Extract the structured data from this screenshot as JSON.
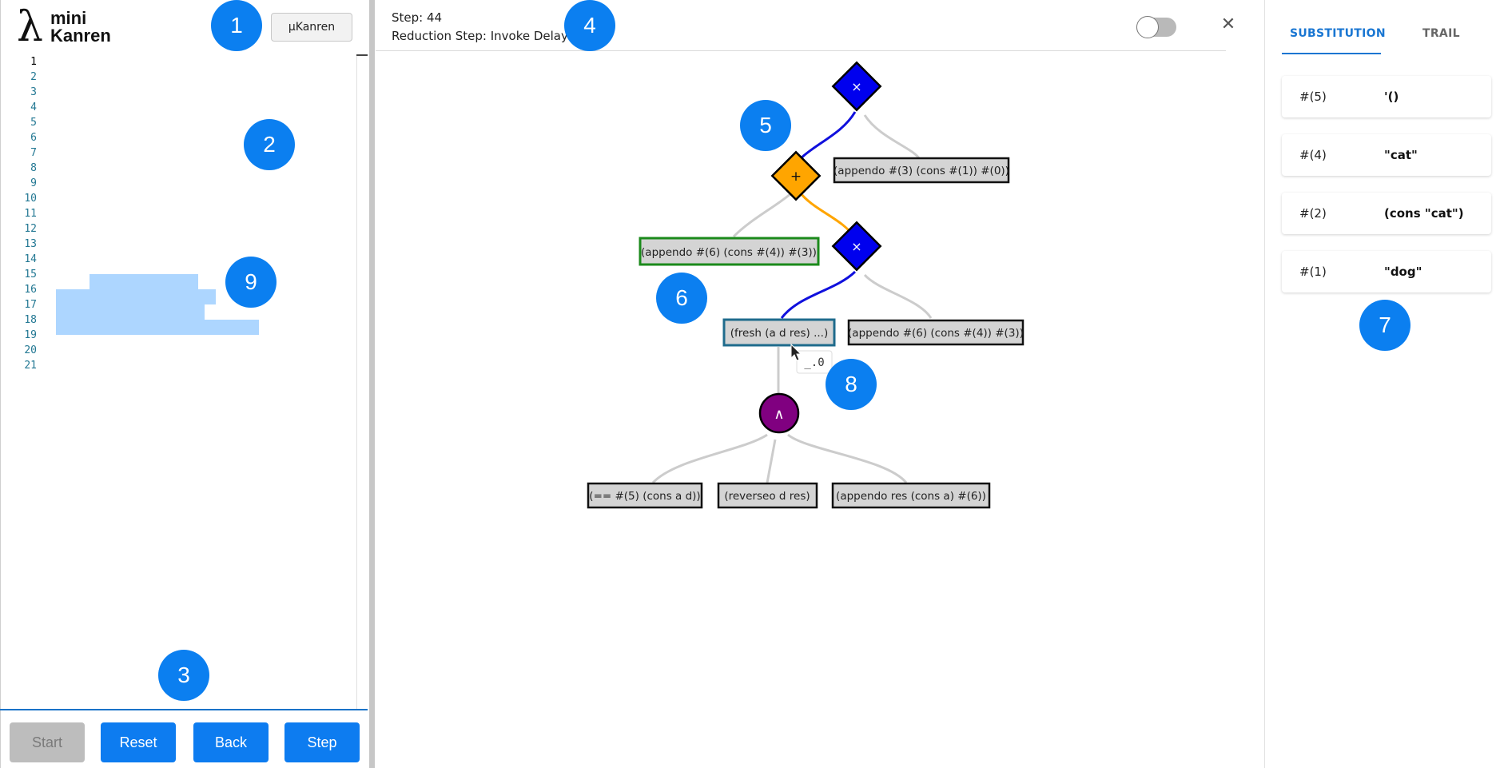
{
  "app": {
    "logo_symbol": "λ",
    "logo_line1": "mini",
    "logo_line2": "Kanren",
    "language_button": "µKanren"
  },
  "editor": {
    "line_numbers": [
      "1",
      "2",
      "3",
      "4",
      "5",
      "6",
      "7",
      "8",
      "9",
      "10",
      "11",
      "12",
      "13",
      "14",
      "15",
      "16",
      "17",
      "18",
      "19",
      "20",
      "21"
    ],
    "active_line": "1"
  },
  "controls": {
    "start_label": "Start",
    "reset_label": "Reset",
    "back_label": "Back",
    "step_label": "Step"
  },
  "header": {
    "step": "Step: 44",
    "reduction_step": "Reduction Step: Invoke Delay"
  },
  "tree": {
    "disj_symbol": "×",
    "plus_symbol": "+",
    "conj_symbol": "∧",
    "node_append_1": "(appendo #(3) (cons #(1)) #(0))",
    "node_append_2": "(appendo #(6) (cons #(4)) #(3))",
    "node_fresh": "(fresh (a d res) ...)",
    "node_append_3": "(appendo #(6) (cons #(4)) #(3))",
    "node_eq": "(== #(5) (cons a d))",
    "node_reverseo": "(reverseo d res)",
    "node_append_4": "(appendo res (cons a) #(6))",
    "tooltip": "_.0"
  },
  "panel": {
    "tab_substitution": "SUBSTITUTION",
    "tab_trail": "TRAIL",
    "substitutions": [
      {
        "key": "#(5)",
        "value": "'()"
      },
      {
        "key": "#(4)",
        "value": "\"cat\""
      },
      {
        "key": "#(2)",
        "value": "(cons \"cat\")"
      },
      {
        "key": "#(1)",
        "value": "\"dog\""
      }
    ]
  },
  "badges": [
    "1",
    "2",
    "3",
    "4",
    "5",
    "6",
    "7",
    "8",
    "9"
  ],
  "colors": {
    "accent": "#0d7cf0",
    "disj_node": "#0000ee",
    "plus_node": "#ffa500",
    "conj_node": "#800080",
    "selection": "#add6ff",
    "green_border": "#1b8a1b",
    "teal_border": "#1f6b8c"
  }
}
